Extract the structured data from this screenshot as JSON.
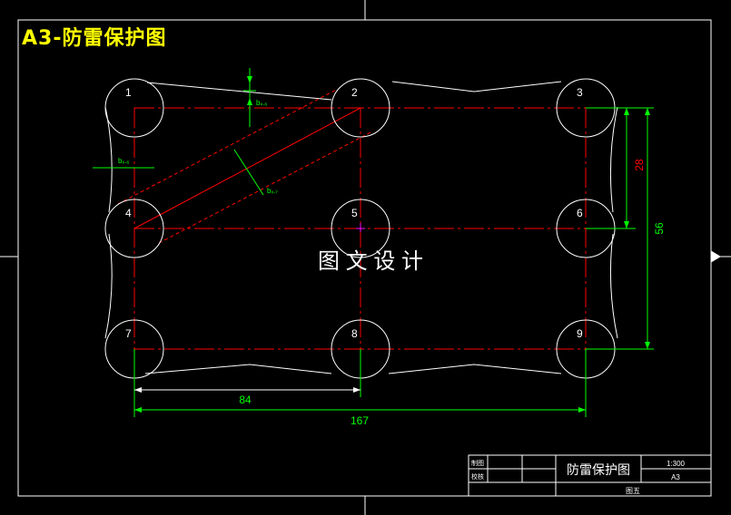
{
  "title": "A3-防雷保护图",
  "watermark": "图 文 设 计",
  "points": [
    {
      "id": "1",
      "label": "1"
    },
    {
      "id": "2",
      "label": "2"
    },
    {
      "id": "3",
      "label": "3"
    },
    {
      "id": "4",
      "label": "4"
    },
    {
      "id": "5",
      "label": "5"
    },
    {
      "id": "6",
      "label": "6"
    },
    {
      "id": "7",
      "label": "7"
    },
    {
      "id": "8",
      "label": "8"
    },
    {
      "id": "9",
      "label": "9"
    }
  ],
  "dimensions": {
    "d84": "84",
    "d167": "167",
    "d28": "28",
    "d56": "56",
    "bx1": "bₓ.₆",
    "bx2": "bₓ.₆",
    "bx3": "bₓ.₇"
  },
  "title_block": {
    "row1_label": "制图",
    "row2_label": "校核",
    "drawing_name": "防雷保护图",
    "scale": "1:300",
    "size": "A3",
    "sheet": "图五"
  },
  "colors": {
    "background": "#000000",
    "frame": "#ffffff",
    "grid_line": "#ff0000",
    "dimension": "#00ff00",
    "title": "#ffff00",
    "dim_text_red": "#ff0000"
  }
}
